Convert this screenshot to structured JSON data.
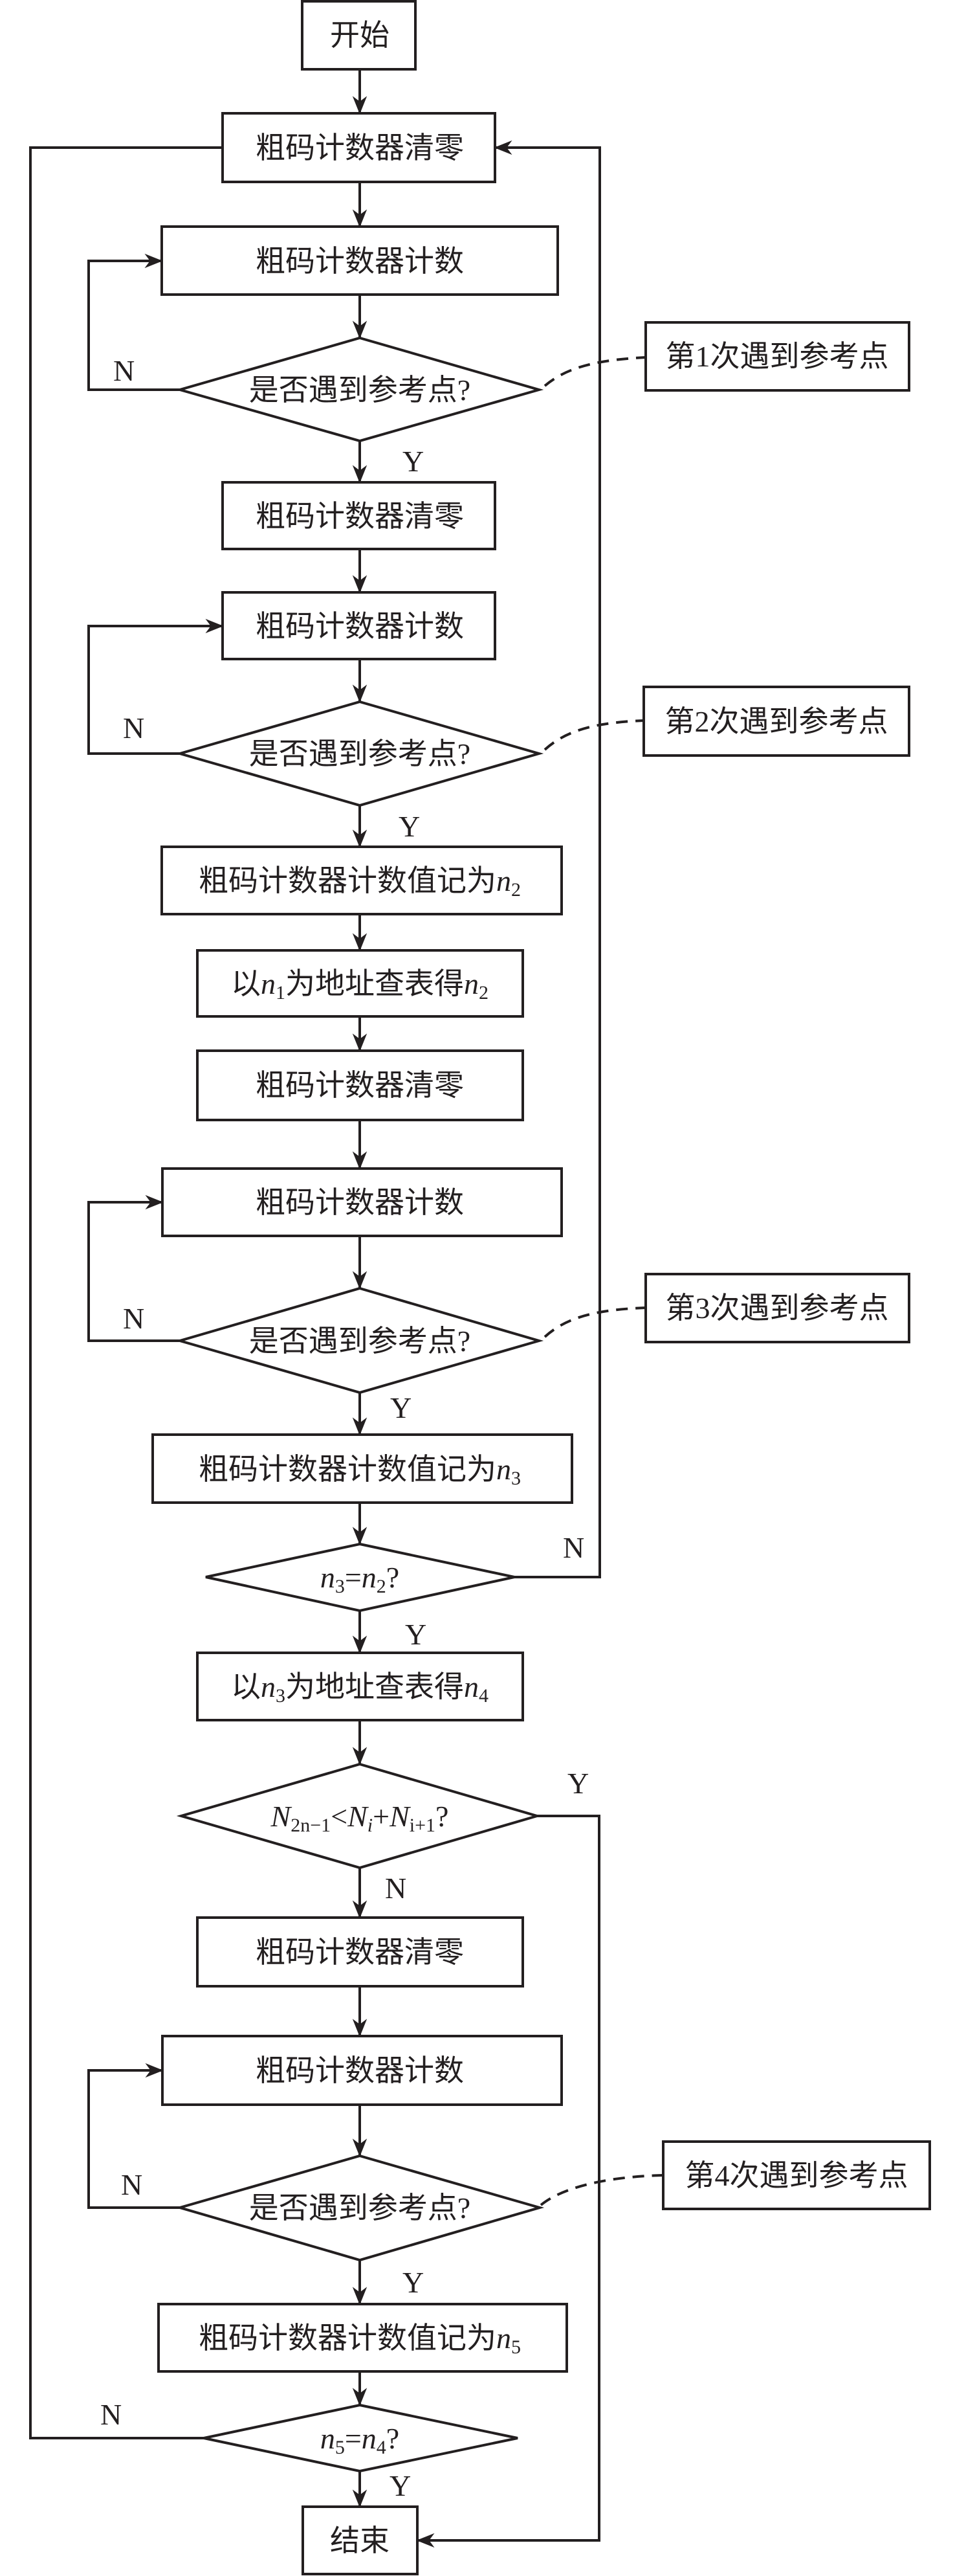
{
  "diagram": {
    "type": "flowchart",
    "nodes": {
      "start": {
        "text": "开始"
      },
      "clear1": {
        "text": "粗码计数器清零"
      },
      "count1": {
        "text": "粗码计数器计数"
      },
      "check1": {
        "text": "是否遇到参考点?"
      },
      "clear2": {
        "text": "粗码计数器清零"
      },
      "count2": {
        "text": "粗码计数器计数"
      },
      "check2": {
        "text": "是否遇到参考点?"
      },
      "record_n2": {
        "text": "粗码计数器计数值记为",
        "var": "n",
        "sub": "2"
      },
      "lookup_n1": {
        "pre": "以",
        "var1": "n",
        "sub1": "1",
        "mid": "为地址查表得",
        "var2": "n",
        "sub2": "2"
      },
      "clear3": {
        "text": "粗码计数器清零"
      },
      "count3": {
        "text": "粗码计数器计数"
      },
      "check3": {
        "text": "是否遇到参考点?"
      },
      "record_n3": {
        "text": "粗码计数器计数值记为",
        "var": "n",
        "sub": "3"
      },
      "cmp_n3_n2": {
        "var1": "n",
        "sub1": "3",
        "op": "=",
        "var2": "n",
        "sub2": "2",
        "q": "?"
      },
      "lookup_n3": {
        "pre": "以",
        "var1": "n",
        "sub1": "3",
        "mid": "为地址查表得",
        "var2": "n",
        "sub2": "4"
      },
      "cond_N": {
        "v1": "N",
        "s1": "2n−1",
        "op1": "<",
        "v2": "N",
        "s2": "i",
        "op2": "+",
        "v3": "N",
        "s3": "i+1",
        "q": "?"
      },
      "clear4": {
        "text": "粗码计数器清零"
      },
      "count4": {
        "text": "粗码计数器计数"
      },
      "check4": {
        "text": "是否遇到参考点?"
      },
      "record_n5": {
        "text": "粗码计数器计数值记为",
        "var": "n",
        "sub": "5"
      },
      "cmp_n5_n4": {
        "var1": "n",
        "sub1": "5",
        "op": "=",
        "var2": "n",
        "sub2": "4",
        "q": "?"
      },
      "end": {
        "text": "结束"
      }
    },
    "annotations": [
      {
        "text": "第1次遇到参考点",
        "attached_to": "check1"
      },
      {
        "text": "第2次遇到参考点",
        "attached_to": "check2"
      },
      {
        "text": "第3次遇到参考点",
        "attached_to": "check3"
      },
      {
        "text": "第4次遇到参考点",
        "attached_to": "check4"
      }
    ],
    "branch_labels": {
      "yes": "Y",
      "no": "N"
    },
    "edges": [
      {
        "from": "start",
        "to": "clear1"
      },
      {
        "from": "clear1",
        "to": "count1"
      },
      {
        "from": "count1",
        "to": "check1"
      },
      {
        "from": "check1",
        "to": "count1",
        "label": "N"
      },
      {
        "from": "check1",
        "to": "clear2",
        "label": "Y"
      },
      {
        "from": "clear2",
        "to": "count2"
      },
      {
        "from": "count2",
        "to": "check2"
      },
      {
        "from": "check2",
        "to": "count2",
        "label": "N"
      },
      {
        "from": "check2",
        "to": "record_n2",
        "label": "Y"
      },
      {
        "from": "record_n2",
        "to": "lookup_n1"
      },
      {
        "from": "lookup_n1",
        "to": "clear3"
      },
      {
        "from": "clear3",
        "to": "count3"
      },
      {
        "from": "count3",
        "to": "check3"
      },
      {
        "from": "check3",
        "to": "count3",
        "label": "N"
      },
      {
        "from": "check3",
        "to": "record_n3",
        "label": "Y"
      },
      {
        "from": "record_n3",
        "to": "cmp_n3_n2"
      },
      {
        "from": "cmp_n3_n2",
        "to": "clear1",
        "label": "N"
      },
      {
        "from": "cmp_n3_n2",
        "to": "lookup_n3",
        "label": "Y"
      },
      {
        "from": "lookup_n3",
        "to": "cond_N"
      },
      {
        "from": "cond_N",
        "to": "end",
        "label": "Y"
      },
      {
        "from": "cond_N",
        "to": "clear4",
        "label": "N"
      },
      {
        "from": "clear4",
        "to": "count4"
      },
      {
        "from": "count4",
        "to": "check4"
      },
      {
        "from": "check4",
        "to": "count4",
        "label": "N"
      },
      {
        "from": "check4",
        "to": "record_n5",
        "label": "Y"
      },
      {
        "from": "record_n5",
        "to": "cmp_n5_n4"
      },
      {
        "from": "cmp_n5_n4",
        "to": "clear1",
        "label": "N"
      },
      {
        "from": "cmp_n5_n4",
        "to": "end",
        "label": "Y"
      }
    ],
    "colors": {
      "stroke": "#231f20",
      "background": "#ffffff"
    }
  }
}
